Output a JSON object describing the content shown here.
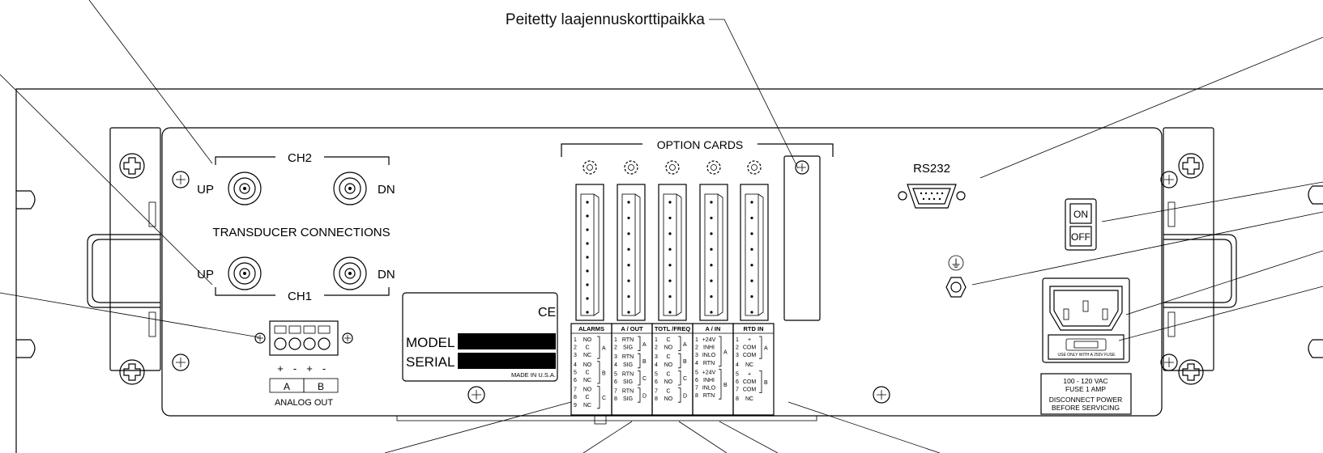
{
  "callout": "Peitetty laajennuskorttipaikka",
  "transducer": {
    "ch2": "CH2",
    "ch1": "CH1",
    "up": "UP",
    "dn": "DN",
    "title": "TRANSDUCER CONNECTIONS"
  },
  "analog_out": {
    "polarity": [
      "+",
      "-",
      "+",
      "-"
    ],
    "channels": [
      "A",
      "B"
    ],
    "title": "ANALOG OUT"
  },
  "label_plate": {
    "ce": "CE",
    "model": "MODEL",
    "serial": "SERIAL",
    "made_in": "MADE IN U.S.A."
  },
  "option_cards": {
    "title": "OPTION CARDS",
    "blocks": [
      {
        "header": "ALARMS",
        "groups": [
          {
            "pins": [
              "1",
              "2",
              "3"
            ],
            "signals": [
              "NO",
              "C",
              "NC"
            ],
            "ch": "A"
          },
          {
            "pins": [
              "4",
              "5",
              "6"
            ],
            "signals": [
              "NO",
              "C",
              "NC"
            ],
            "ch": "B"
          },
          {
            "pins": [
              "7",
              "8",
              "9"
            ],
            "signals": [
              "NO",
              "C",
              "NC"
            ],
            "ch": "C"
          }
        ]
      },
      {
        "header": "A / OUT",
        "groups": [
          {
            "pins": [
              "1",
              "2"
            ],
            "signals": [
              "RTN",
              "SIG"
            ],
            "ch": "A"
          },
          {
            "pins": [
              "3",
              "4"
            ],
            "signals": [
              "RTN",
              "SIG"
            ],
            "ch": "B"
          },
          {
            "pins": [
              "5",
              "6"
            ],
            "signals": [
              "RTN",
              "SIG"
            ],
            "ch": "C"
          },
          {
            "pins": [
              "7",
              "8"
            ],
            "signals": [
              "RTN",
              "SIG"
            ],
            "ch": "D"
          }
        ]
      },
      {
        "header": "TOTL /FREQ",
        "groups": [
          {
            "pins": [
              "1",
              "2"
            ],
            "signals": [
              "C",
              "NO"
            ],
            "ch": "A"
          },
          {
            "pins": [
              "3",
              "4"
            ],
            "signals": [
              "C",
              "NO"
            ],
            "ch": "B"
          },
          {
            "pins": [
              "5",
              "6"
            ],
            "signals": [
              "C",
              "NO"
            ],
            "ch": "C"
          },
          {
            "pins": [
              "7",
              "8"
            ],
            "signals": [
              "C",
              "NO"
            ],
            "ch": "D"
          }
        ]
      },
      {
        "header": "A / IN",
        "groups": [
          {
            "pins": [
              "1",
              "2",
              "3",
              "4"
            ],
            "signals": [
              "+24V",
              "INHI",
              "INLO",
              "RTN"
            ],
            "ch": "A"
          },
          {
            "pins": [
              "5",
              "6",
              "7",
              "8"
            ],
            "signals": [
              "+24V",
              "INHI",
              "INLO",
              "RTN"
            ],
            "ch": "B"
          }
        ]
      },
      {
        "header": "RTD IN",
        "groups": [
          {
            "pins": [
              "1",
              "2",
              "3"
            ],
            "signals": [
              "+",
              "COM",
              "COM"
            ],
            "ch": "A"
          },
          {
            "pins": [
              "4"
            ],
            "signals": [
              "NC"
            ],
            "ch": ""
          },
          {
            "pins": [
              "5",
              "6",
              "7"
            ],
            "signals": [
              "+",
              "COM",
              "COM"
            ],
            "ch": "B"
          },
          {
            "pins": [
              "8"
            ],
            "signals": [
              "NC"
            ],
            "ch": ""
          }
        ]
      }
    ]
  },
  "rs232": "RS232",
  "switch": {
    "on": "ON",
    "off": "OFF"
  },
  "ground_symbol": "⏚",
  "fuse_label": "USE ONLY WITH A 250V FUSE",
  "power_box": {
    "line1": "100 - 120 VAC",
    "line2": "FUSE 1 AMP",
    "line3": "DISCONNECT POWER",
    "line4": "BEFORE SERVICING"
  }
}
